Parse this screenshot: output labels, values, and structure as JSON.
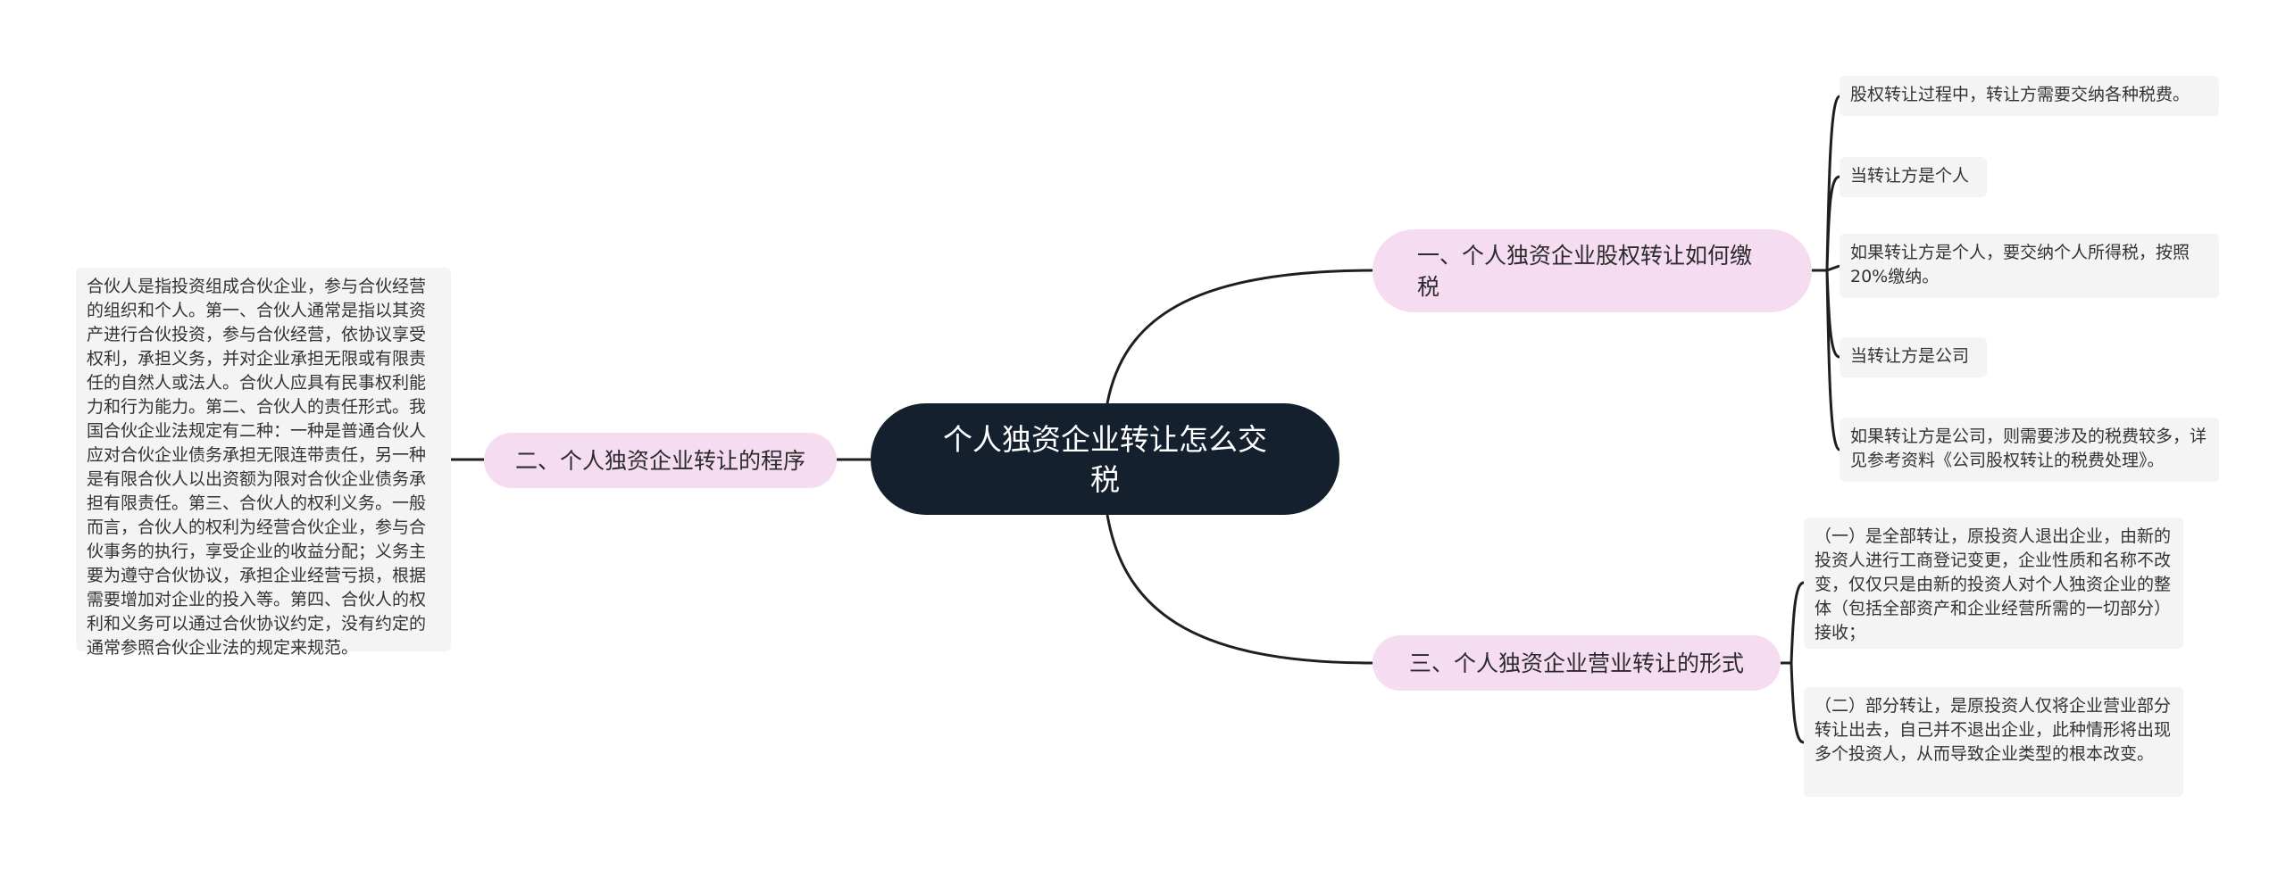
{
  "root": {
    "title": "个人独资企业转让怎么交税"
  },
  "branches": [
    {
      "label": "一、个人独资企业股权转让如何缴税",
      "children": [
        "股权转让过程中，转让方需要交纳各种税费。",
        "当转让方是个人",
        "如果转让方是个人，要交纳个人所得税，按照20%缴纳。",
        "当转让方是公司",
        "如果转让方是公司，则需要涉及的税费较多，详见参考资料《公司股权转让的税费处理》。"
      ]
    },
    {
      "label": "二、个人独资企业转让的程序",
      "children": [
        "合伙人是指投资组成合伙企业，参与合伙经营的组织和个人。第一、合伙人通常是指以其资产进行合伙投资，参与合伙经营，依协议享受权利，承担义务，并对企业承担无限或有限责任的自然人或法人。合伙人应具有民事权利能力和行为能力。第二、合伙人的责任形式。我国合伙企业法规定有二种：一种是普通合伙人应对合伙企业债务承担无限连带责任，另一种是有限合伙人以出资额为限对合伙企业债务承担有限责任。第三、合伙人的权利义务。一般而言，合伙人的权利为经营合伙企业，参与合伙事务的执行，享受企业的收益分配；义务主要为遵守合伙协议，承担企业经营亏损，根据需要增加对企业的投入等。第四、合伙人的权利和义务可以通过合伙协议约定，没有约定的通常参照合伙企业法的规定来规范。"
      ]
    },
    {
      "label": "三、个人独资企业营业转让的形式",
      "children": [
        "（一）是全部转让，原投资人退出企业，由新的投资人进行工商登记变更，企业性质和名称不改变，仅仅只是由新的投资人对个人独资企业的整体（包括全部资产和企业经营所需的一切部分）接收；",
        "（二）部分转让，是原投资人仅将企业营业部分转让出去，自己并不退出企业，此种情形将出现多个投资人，从而导致企业类型的根本改变。"
      ]
    }
  ],
  "colors": {
    "root_bg": "#15202f",
    "branch_bg": "#f5dcf0",
    "leaf_bg": "#f4f4f4",
    "edge": "#1f1f1f"
  }
}
